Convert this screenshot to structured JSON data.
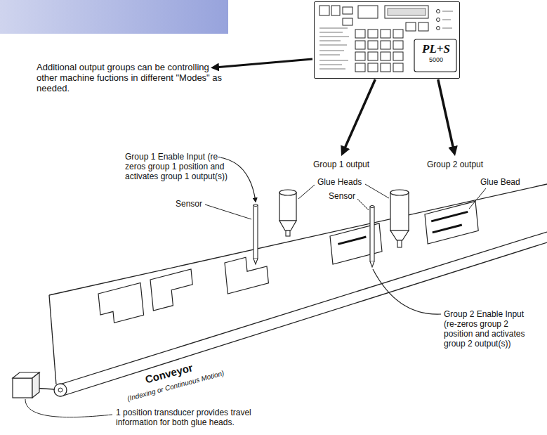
{
  "diagram": {
    "nodes": [
      {
        "text": [
          "PL+S",
          "5000"
        ]
      },
      {
        "text": [
          "Group 1 output"
        ]
      },
      {
        "text": [
          "Group 2 output"
        ]
      }
    ],
    "edges": [
      {
        "from": 0,
        "to": 1,
        "arrow": "to"
      },
      {
        "from": 0,
        "to": 2,
        "arrow": "to"
      }
    ],
    "labels": [
      "Additional output groups can be controlling other machine fuctions in different \"Modes\" as needed.",
      "Group 1 Enable Input (re-zeros group 1 position and activates group 1 output(s))",
      "Sensor",
      "Glue Heads",
      "Sensor",
      "Glue Bead",
      "Group 2 Enable Input (re-zeros group 2 position and activates group 2 output(s))",
      "Conveyor",
      "(Indexing or Continuous Motion)",
      "1 position transducer provides travel information for both glue heads."
    ]
  }
}
